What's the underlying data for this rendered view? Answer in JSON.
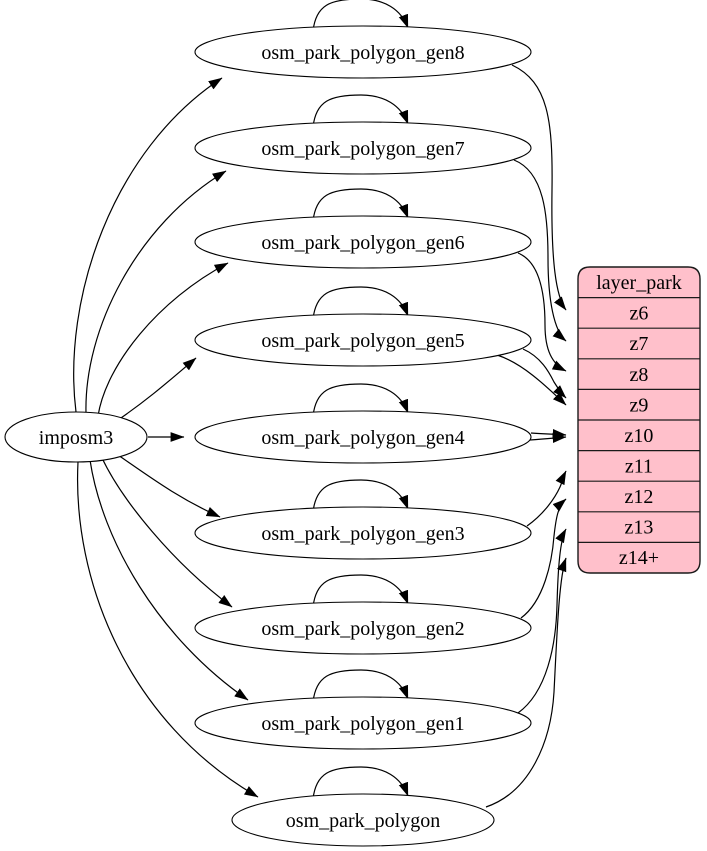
{
  "diagram": {
    "type": "etl-graph",
    "source": {
      "label": "imposm3"
    },
    "tables": [
      {
        "label": "osm_park_polygon_gen8"
      },
      {
        "label": "osm_park_polygon_gen7"
      },
      {
        "label": "osm_park_polygon_gen6"
      },
      {
        "label": "osm_park_polygon_gen5"
      },
      {
        "label": "osm_park_polygon_gen4"
      },
      {
        "label": "osm_park_polygon_gen3"
      },
      {
        "label": "osm_park_polygon_gen2"
      },
      {
        "label": "osm_park_polygon_gen1"
      },
      {
        "label": "osm_park_polygon"
      }
    ],
    "layer": {
      "title": "layer_park",
      "zoom_rows": [
        "z6",
        "z7",
        "z8",
        "z9",
        "z10",
        "z11",
        "z12",
        "z13",
        "z14+"
      ],
      "fill_color": "#ffc0cb",
      "stroke_color": "#1a1a1a"
    },
    "edges": {
      "from_source_to": [
        "osm_park_polygon_gen8",
        "osm_park_polygon_gen7",
        "osm_park_polygon_gen6",
        "osm_park_polygon_gen5",
        "osm_park_polygon_gen4",
        "osm_park_polygon_gen3",
        "osm_park_polygon_gen2",
        "osm_park_polygon_gen1",
        "osm_park_polygon"
      ],
      "self_loops": [
        "osm_park_polygon_gen8",
        "osm_park_polygon_gen7",
        "osm_park_polygon_gen6",
        "osm_park_polygon_gen5",
        "osm_park_polygon_gen4",
        "osm_park_polygon_gen3",
        "osm_park_polygon_gen2",
        "osm_park_polygon_gen1",
        "osm_park_polygon"
      ],
      "table_to_layer": [
        {
          "from": "osm_park_polygon_gen8",
          "to": "z6"
        },
        {
          "from": "osm_park_polygon_gen7",
          "to": "z7"
        },
        {
          "from": "osm_park_polygon_gen6",
          "to": "z8"
        },
        {
          "from": "osm_park_polygon_gen5",
          "to": "z9"
        },
        {
          "from": "osm_park_polygon_gen5",
          "to": "z9"
        },
        {
          "from": "osm_park_polygon_gen4",
          "to": "z10"
        },
        {
          "from": "osm_park_polygon_gen3",
          "to": "z11"
        },
        {
          "from": "osm_park_polygon_gen2",
          "to": "z12"
        },
        {
          "from": "osm_park_polygon_gen1",
          "to": "z13"
        },
        {
          "from": "osm_park_polygon",
          "to": "z14+"
        }
      ]
    }
  }
}
